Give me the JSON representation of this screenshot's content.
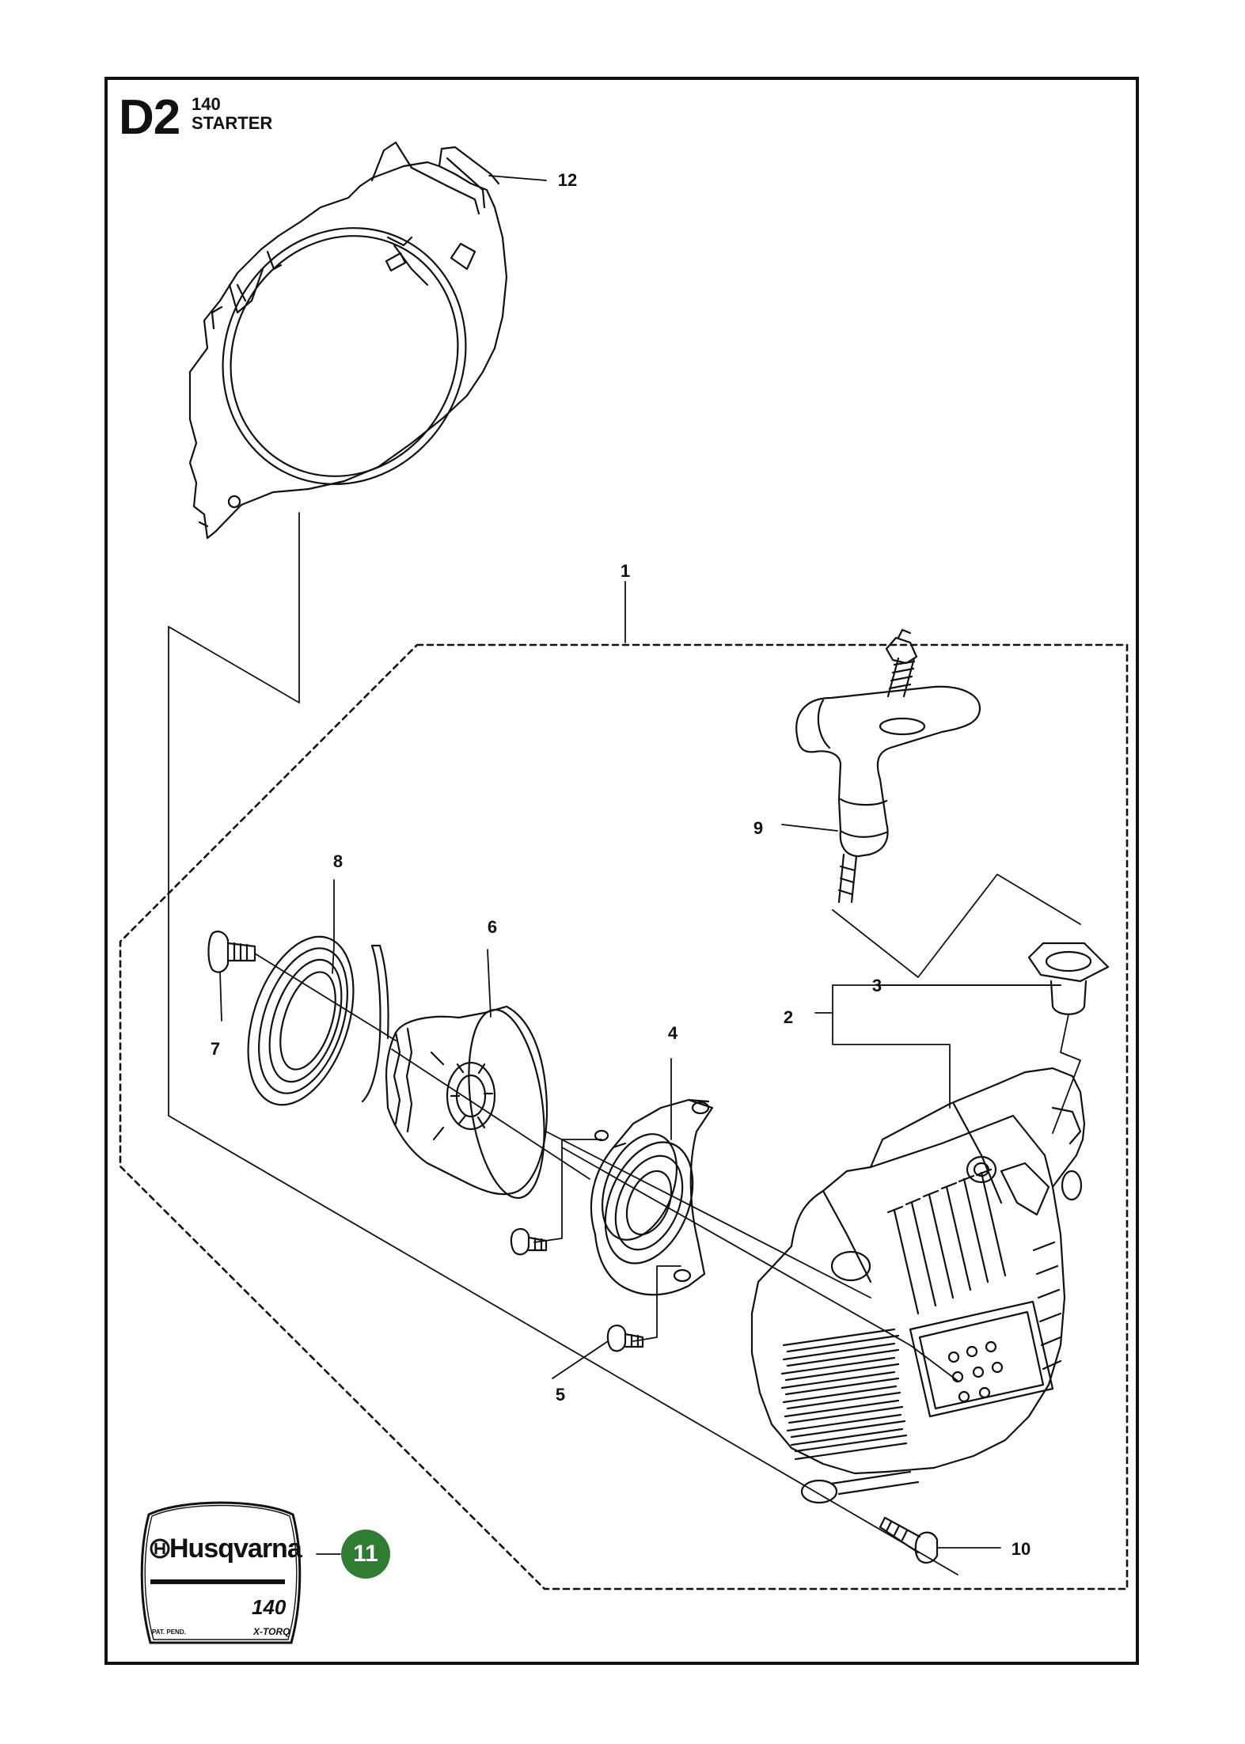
{
  "header": {
    "code": "D2",
    "model": "140",
    "name": "STARTER"
  },
  "callouts": [
    "1",
    "2",
    "3",
    "4",
    "5",
    "6",
    "7",
    "8",
    "9",
    "10",
    "12"
  ],
  "badge": {
    "number": "11",
    "color": "#2f7d32"
  },
  "decal": {
    "brand": "Husqvarna",
    "model": "140",
    "pat": "PAT. PEND.",
    "tag": "X-TORQ"
  }
}
